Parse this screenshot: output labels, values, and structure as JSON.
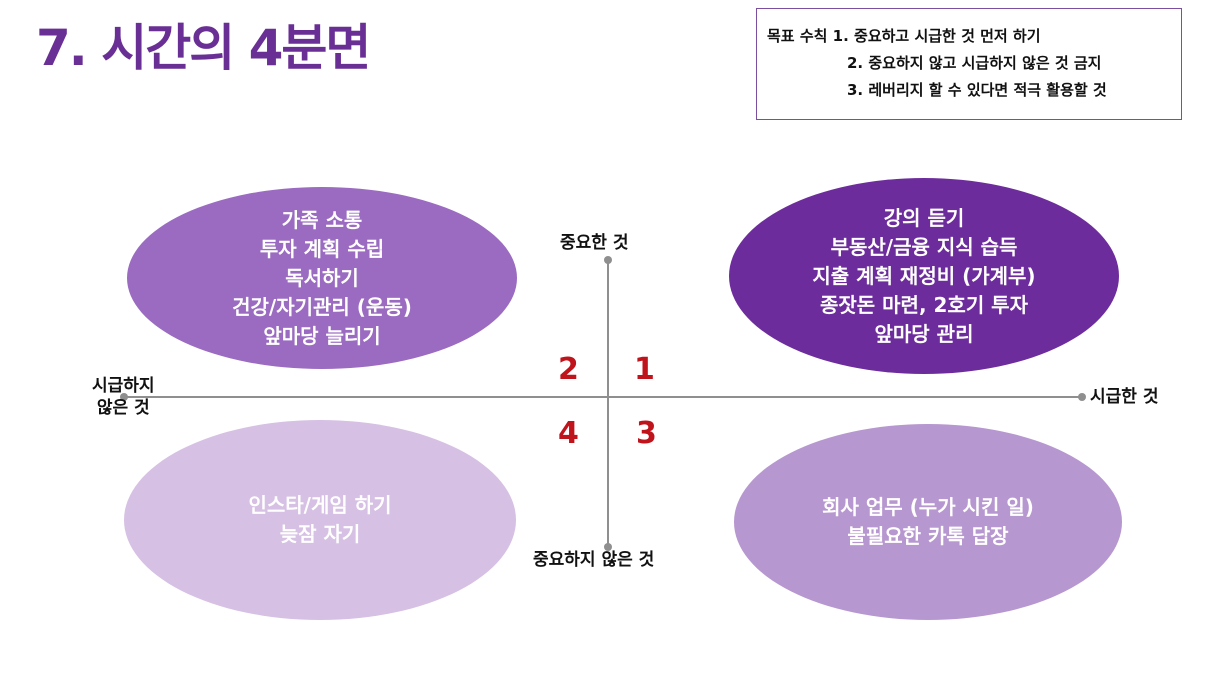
{
  "title": "7. 시간의 4분면",
  "rules": {
    "heading": "목표 수칙",
    "items": [
      "1. 중요하고 시급한 것 먼저 하기",
      "2. 중요하지 않고 시급하지 않은 것 금지",
      "3. 레버리지 할 수 있다면 적극 활용할 것"
    ]
  },
  "axes": {
    "top": "중요한 것",
    "bottom": "중요하지 않은 것",
    "left": [
      "시급하지",
      "않은 것"
    ],
    "right": "시급한 것"
  },
  "quadrant_numbers": {
    "q1": "1",
    "q2": "2",
    "q3": "3",
    "q4": "4"
  },
  "quadrants": {
    "important_not_urgent": [
      "가족 소통",
      "투자 계획 수립",
      "독서하기",
      "건강/자기관리 (운동)",
      "앞마당 늘리기"
    ],
    "important_urgent": [
      "강의 듣기",
      "부동산/금융 지식 습득",
      "지출 계획 재정비 (가계부)",
      "종잣돈 마련, 2호기 투자",
      "앞마당 관리"
    ],
    "not_important_not_urgent": [
      "인스타/게임 하기",
      "늦잠 자기"
    ],
    "not_important_urgent": [
      "회사 업무 (누가 시킨 일)",
      "불필요한 카톡 답장"
    ]
  },
  "colors": {
    "title": "#6a2f95",
    "quadrant_number": "#c0141c",
    "important_not_urgent": "#9a6bc0",
    "important_urgent": "#6d2c9b",
    "not_important_not_urgent": "#d6c0e4",
    "not_important_urgent": "#b797cf",
    "axis": "#8f8f8f"
  }
}
